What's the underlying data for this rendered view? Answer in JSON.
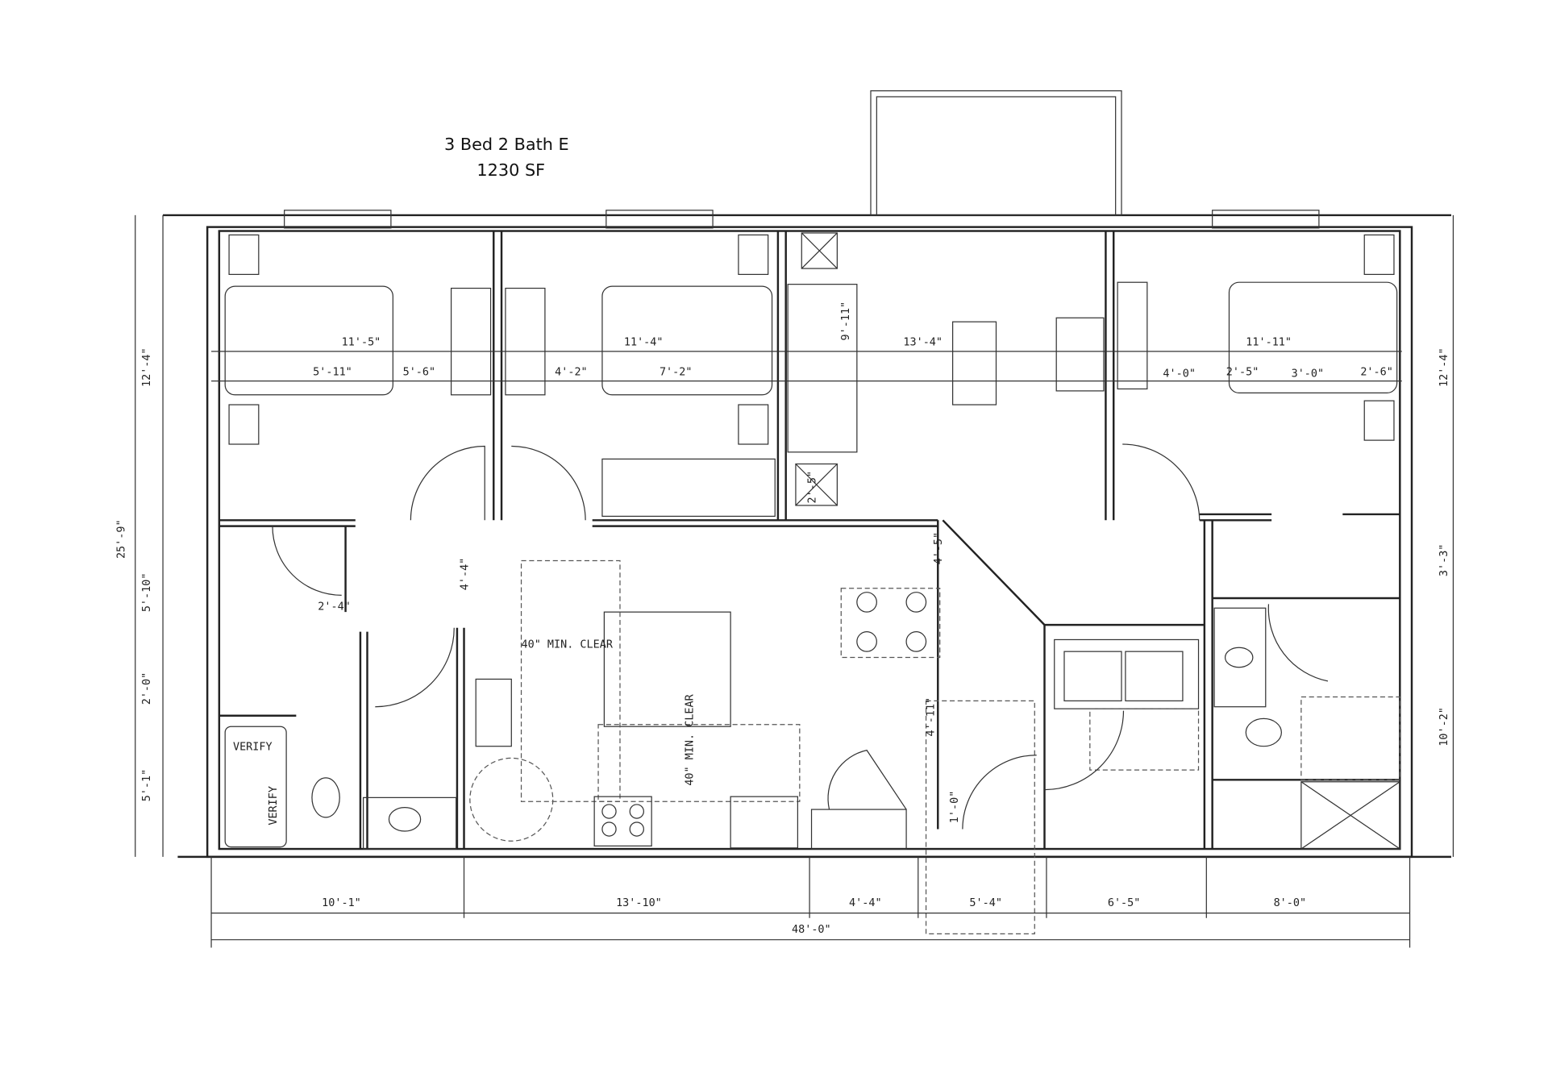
{
  "title": {
    "unit": "3 Bed 2 Bath  E",
    "area": "1230 SF"
  },
  "rooms": {
    "bed1_width": "11'-5\"",
    "bed1_a": "5'-11\"",
    "bed1_b": "5'-6\"",
    "bed2_closet": "4'-2\"",
    "bed2_width": "11'-4\"",
    "bed2_b": "7'-2\"",
    "living_depth": "9'-11\"",
    "living_width": "13'-4\"",
    "closet_small": "2'-5\"",
    "bed3_width": "11'-11\"",
    "bed3_a": "4'-0\"",
    "bed3_b": "2'-5\"",
    "bed3_c": "3'-0\"",
    "bed3_d": "2'-6\"",
    "hall_w": "2'-4\"",
    "kitchen_h": "4'-4\"",
    "dining_h": "4'-5\"",
    "clear1": "40\" MIN. CLEAR",
    "clear2": "40\" MIN. CLEAR",
    "verify1": "VERIFY",
    "verify2": "VERIFY",
    "entry_h": "4'-11\"",
    "entry_small": "1'-0\""
  },
  "left_dims": {
    "top": "12'-4\"",
    "total": "25'-9\"",
    "mid": "5'-10\"",
    "small": "2'-0\"",
    "bottom": "5'-1\""
  },
  "right_dims": {
    "top": "12'-4\"",
    "mid": "3'-3\"",
    "bottom": "10'-2\""
  },
  "bottom_dims": {
    "d1": "10'-1\"",
    "d2": "13'-10\"",
    "d3": "4'-4\"",
    "d4": "5'-4\"",
    "d5": "6'-5\"",
    "d6": "8'-0\"",
    "total": "48'-0\""
  }
}
